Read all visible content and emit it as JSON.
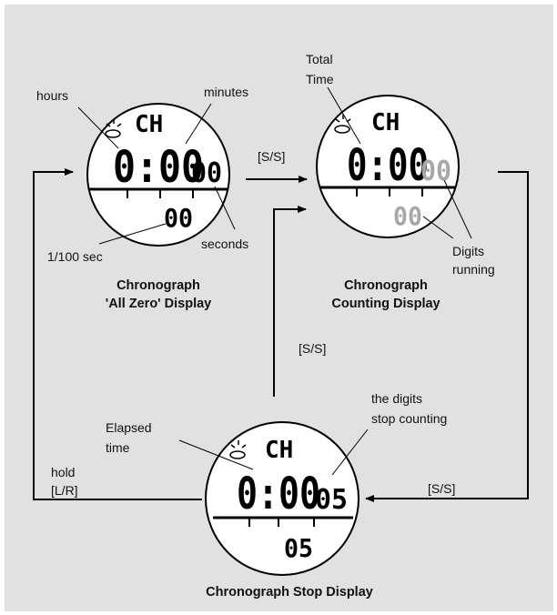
{
  "watches": {
    "zero": {
      "mode": "CH",
      "main_time": "0:00",
      "seconds": "00",
      "hundredths": "00",
      "caption_line1": "Chronograph",
      "caption_line2": "'All Zero' Display"
    },
    "counting": {
      "mode": "CH",
      "main_time": "0:00",
      "seconds": "00",
      "hundredths": "00",
      "caption_line1": "Chronograph",
      "caption_line2": "Counting Display"
    },
    "stop": {
      "mode": "CH",
      "main_time": "0:00",
      "seconds": "05",
      "hundredths": "05",
      "caption_line1": "Chronograph Stop Display"
    }
  },
  "labels": {
    "hours": "hours",
    "minutes": "minutes",
    "seconds": "seconds",
    "hundredths": "1/100 sec",
    "total_time_line1": "Total",
    "total_time_line2": "Time",
    "digits_running_line1": "Digits",
    "digits_running_line2": "running",
    "elapsed_line1": "Elapsed",
    "elapsed_line2": "time",
    "stop_counting_line1": "the digits",
    "stop_counting_line2": "stop counting"
  },
  "transitions": {
    "zero_to_counting": "[S/S]",
    "stop_to_counting": "[S/S]",
    "counting_to_stop": "[S/S]",
    "reset_line1": "hold",
    "reset_line2": "[L/R]"
  },
  "colors": {
    "background": "#e1e1e1",
    "face": "#ffffff",
    "ink": "#000000",
    "running_digits": "#a8a8a8"
  }
}
